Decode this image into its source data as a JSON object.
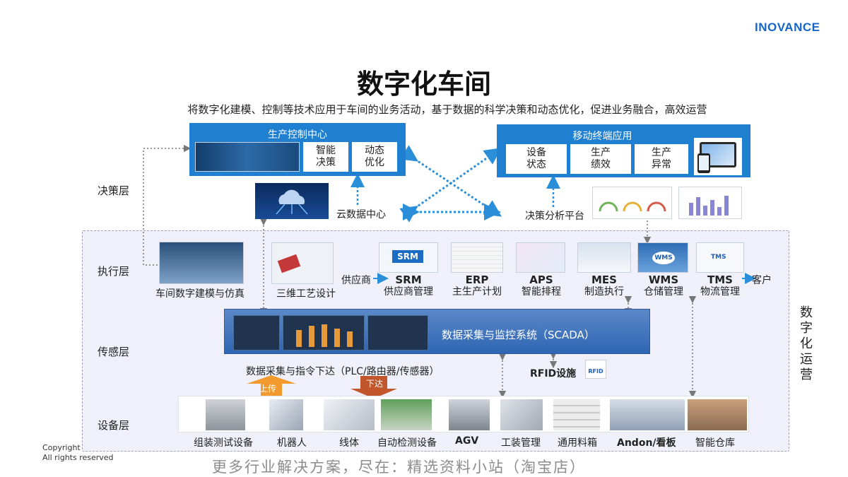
{
  "brand": "INOVANCE",
  "title": "数字化车间",
  "subtitle": "将数字化建模、控制等技术应用于车间的业务活动，基于数据的科学决策和动态优化，促进业务融合，高效运营",
  "layers": {
    "decision": "决策层",
    "execution": "执行层",
    "sensing": "传感层",
    "device": "设备层"
  },
  "control_center": {
    "title": "生产控制中心",
    "items": [
      "智能\n决策",
      "动态\n优化"
    ]
  },
  "mobile": {
    "title": "移动终端应用",
    "items": [
      "设备\n状态",
      "生产\n绩效",
      "生产\n异常"
    ]
  },
  "cloud_label": "云数据中心",
  "analysis_label": "决策分析平台",
  "execution_items": {
    "modeling": "车间数字建模与仿真",
    "process": "三维工艺设计",
    "supplier": "供应商",
    "customer": "客户",
    "systems": [
      {
        "code": "SRM",
        "name": "供应商管理",
        "thumb_text": "SRM"
      },
      {
        "code": "ERP",
        "name": "主生产计划"
      },
      {
        "code": "APS",
        "name": "智能排程"
      },
      {
        "code": "MES",
        "name": "制造执行"
      },
      {
        "code": "WMS",
        "name": "仓储管理",
        "thumb_text": "WMS"
      },
      {
        "code": "TMS",
        "name": "物流管理",
        "thumb_text": "TMS"
      }
    ]
  },
  "scada": {
    "label": "数据采集与监控系统（SCADA）"
  },
  "acquisition_label": "数据采集与指令下达（PLC/路由器/传感器）",
  "upload_label": "上传",
  "download_label": "下达",
  "rfid_label": "RFID设施",
  "rfid_icon_text": "RFID",
  "devices": [
    {
      "name": "组装测试设备",
      "bold": false
    },
    {
      "name": "机器人",
      "bold": false
    },
    {
      "name": "线体",
      "bold": false
    },
    {
      "name": "自动检测设备",
      "bold": false
    },
    {
      "name": "AGV",
      "bold": true
    },
    {
      "name": "工装管理",
      "bold": false
    },
    {
      "name": "通用料箱",
      "bold": false
    },
    {
      "name": "Andon/看板",
      "bold": true
    },
    {
      "name": "智能仓库",
      "bold": false
    }
  ],
  "side_label": "数字化运营",
  "copyright": [
    "Copyright",
    "All rights reserved"
  ],
  "watermark": "更多行业解决方案，尽在：精选资料小站（淘宝店）",
  "colors": {
    "accent": "#1f7fd0",
    "arrow": "#2a8fd8",
    "upload_arrow": "#f29a2e",
    "download_arrow": "#c0562a"
  }
}
